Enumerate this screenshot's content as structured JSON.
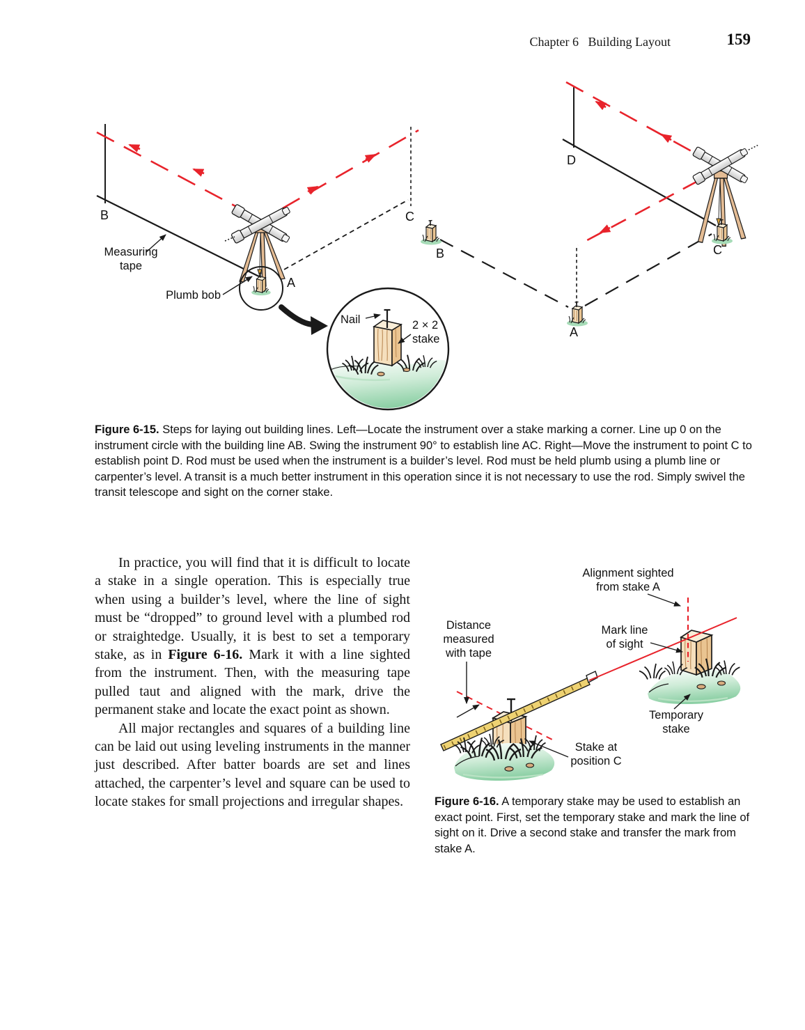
{
  "header": {
    "chapter_title": "Chapter 6   Building Layout",
    "page_number": "159"
  },
  "figure_6_15": {
    "point_labels": {
      "b_left": "B",
      "c_left": "C",
      "a_left": "A",
      "d": "D",
      "b_right": "B",
      "a_right": "A",
      "c_right": "C"
    },
    "annotations": {
      "measuring_tape": "Measuring\ntape",
      "plumb_bob": "Plumb bob",
      "nail": "Nail",
      "stake_2x2": "2 × 2\nstake"
    },
    "caption_label": "Figure 6-15.",
    "caption_text": " Steps for laying out building lines. Left—Locate the instrument over a stake marking a corner. Line up 0 on the instrument circle with the building line AB. Swing the instrument 90° to establish line AC. Right—Move the instrument to point C to establish point D. Rod must be used when the instrument is a builder’s level. Rod must be held plumb using a plumb line or carpenter’s level. A transit is a much better instrument in this operation since it is not necessary to use the rod. Simply swivel the transit telescope and sight on the corner stake."
  },
  "body_text": {
    "para1_start": "In practice, you will find that it is difficult to locate a stake in a single operation. This is especially true when using a builder’s level, where the line of sight must be “dropped” to ground level with a plumbed rod or straightedge. Usually, it is best to set a temporary stake, as in ",
    "para1_bold": "Figure 6-16.",
    "para1_end": " Mark it with a line sighted from the instrument. Then, with the measuring tape pulled taut and aligned with the mark, drive the permanent stake and locate the exact point as shown.",
    "para2": "All major rectangles and squares of a building line can be laid out using leveling instruments in the manner just described. After batter boards are set and lines attached, the carpenter’s level and square can be used to locate stakes for small projections and irregular shapes."
  },
  "figure_6_16": {
    "annotations": {
      "alignment": "Alignment sighted\nfrom stake A",
      "distance": "Distance\nmeasured\nwith tape",
      "mark_line": "Mark line\nof sight",
      "temporary_stake": "Temporary\nstake",
      "stake_at_c": "Stake at\nposition C"
    },
    "caption_label": "Figure 6-16.",
    "caption_text": " A temporary stake may be used to establish an exact point. First, set the temporary stake and mark the line of sight on it. Drive a second stake and transfer the mark from stake A."
  },
  "colors": {
    "sight_line_red": "#e8232b",
    "wood_face": "#f5dfbd",
    "wood_side": "#eac491",
    "wood_top": "#f9eed8",
    "grass_green": "#8bcfa4",
    "tripod_tan": "#e4bc94",
    "tape_yellow": "#eed272"
  }
}
